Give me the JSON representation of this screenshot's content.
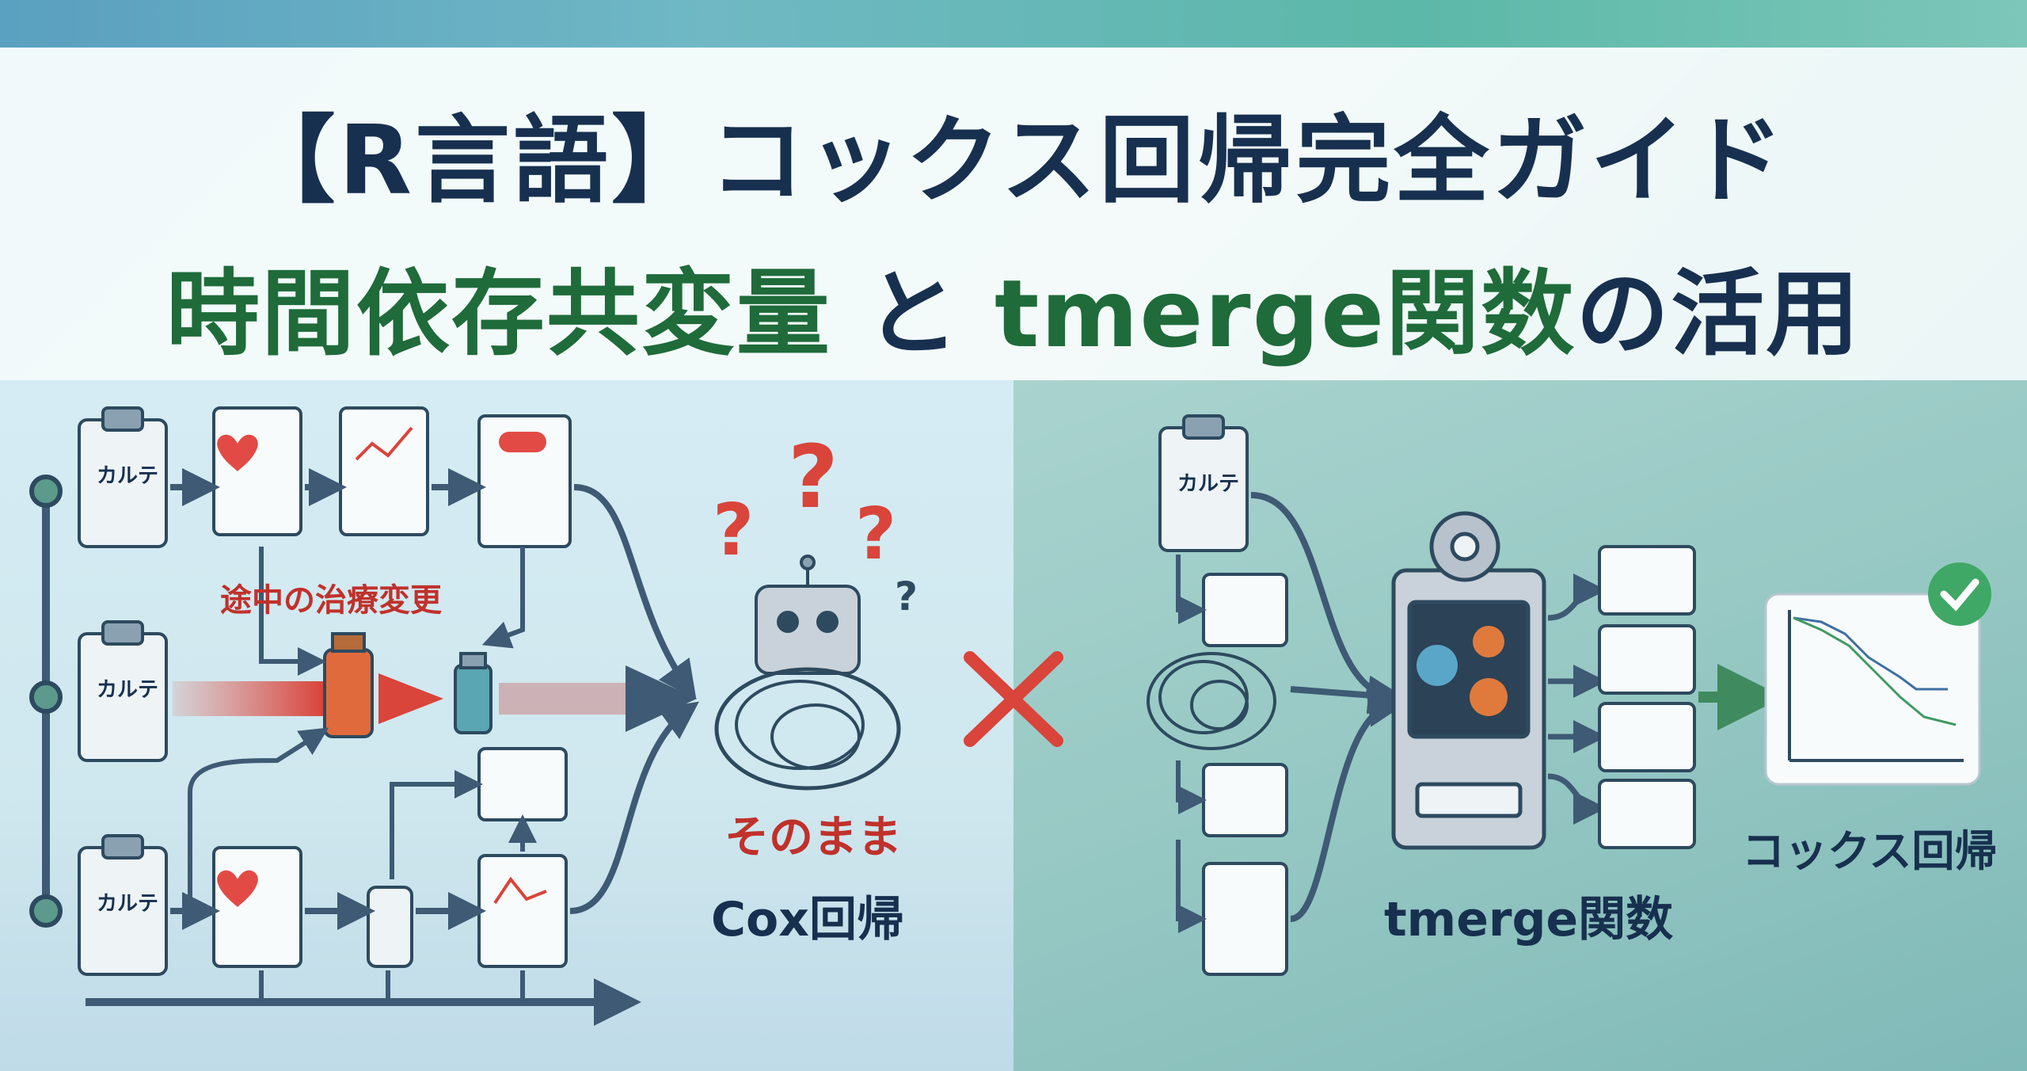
{
  "title": {
    "line1": "【R言語】コックス回帰完全ガイド",
    "line2_green": "時間依存共変量",
    "line2_mid": " と ",
    "line2_green2": "tmerge関数",
    "line2_end": "の活用"
  },
  "left": {
    "chart_label": "カルテ",
    "treatment_change": "途中の治療変更",
    "as_is": "そのまま",
    "cox": "Cox回帰"
  },
  "right": {
    "chart_label": "カルテ",
    "tmerge": "tmerge関数",
    "cox_regression": "コックス回帰"
  },
  "colors": {
    "navy": "#17304f",
    "green": "#1f6b3a",
    "red": "#c0312b",
    "arrow": "#3e5a74"
  }
}
